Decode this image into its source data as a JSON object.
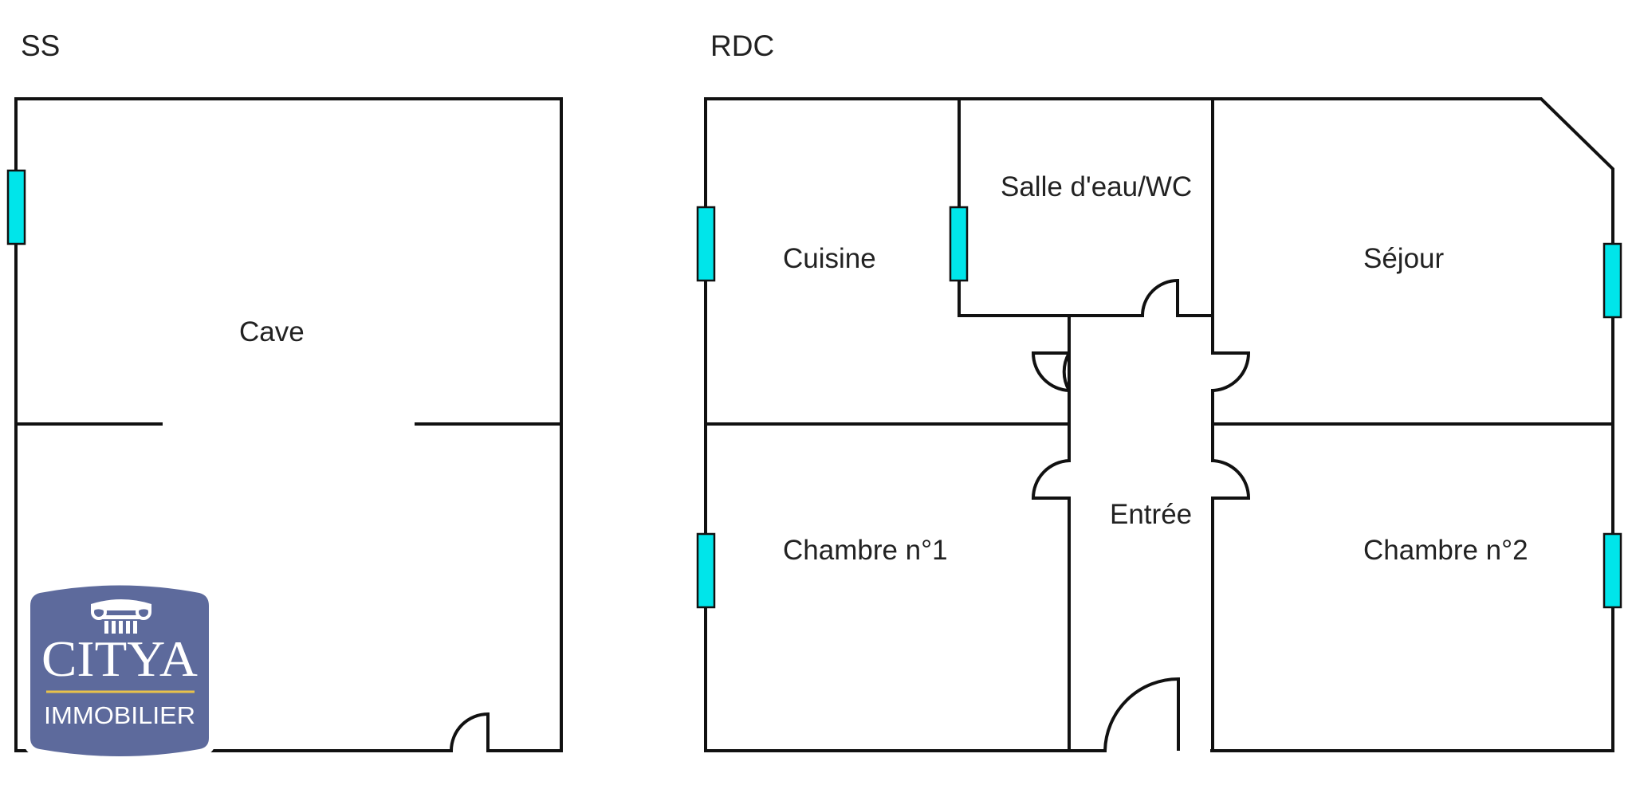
{
  "floors": {
    "ss": {
      "label": "SS",
      "rooms": {
        "cave": "Cave"
      }
    },
    "rdc": {
      "label": "RDC",
      "rooms": {
        "cuisine": "Cuisine",
        "salle_eau": "Salle d'eau/WC",
        "sejour": "Séjour",
        "entree": "Entrée",
        "chambre1": "Chambre n°1",
        "chambre2": "Chambre n°2"
      }
    }
  },
  "colors": {
    "window": "#00e5ea",
    "wall": "#111111",
    "logo_bg": "#5d6a9c",
    "logo_rule": "#e8c24a"
  },
  "logo": {
    "title": "CITYA",
    "subtitle": "IMMOBILIER"
  }
}
